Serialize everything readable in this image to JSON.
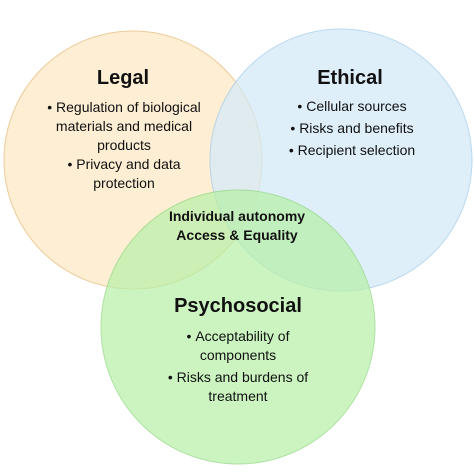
{
  "circles": {
    "legal": {
      "title": "Legal",
      "items": [
        "Regulation of biological materials and medical products",
        "Privacy and data protection"
      ],
      "fill": "#fde8c4",
      "stroke": "#e6b873"
    },
    "ethical": {
      "title": "Ethical",
      "items": [
        "Cellular sources",
        "Risks and benefits",
        "Recipient selection"
      ],
      "fill": "#d4eaf8",
      "stroke": "#9fcbe9"
    },
    "psychosocial": {
      "title": "Psychosocial",
      "items": [
        "Acceptability of components",
        "Risks and burdens of treatment"
      ],
      "fill": "#b8f0a8",
      "stroke": "#8fd880"
    }
  },
  "center": {
    "line1": "Individual autonomy",
    "line2": "Access & Equality"
  }
}
